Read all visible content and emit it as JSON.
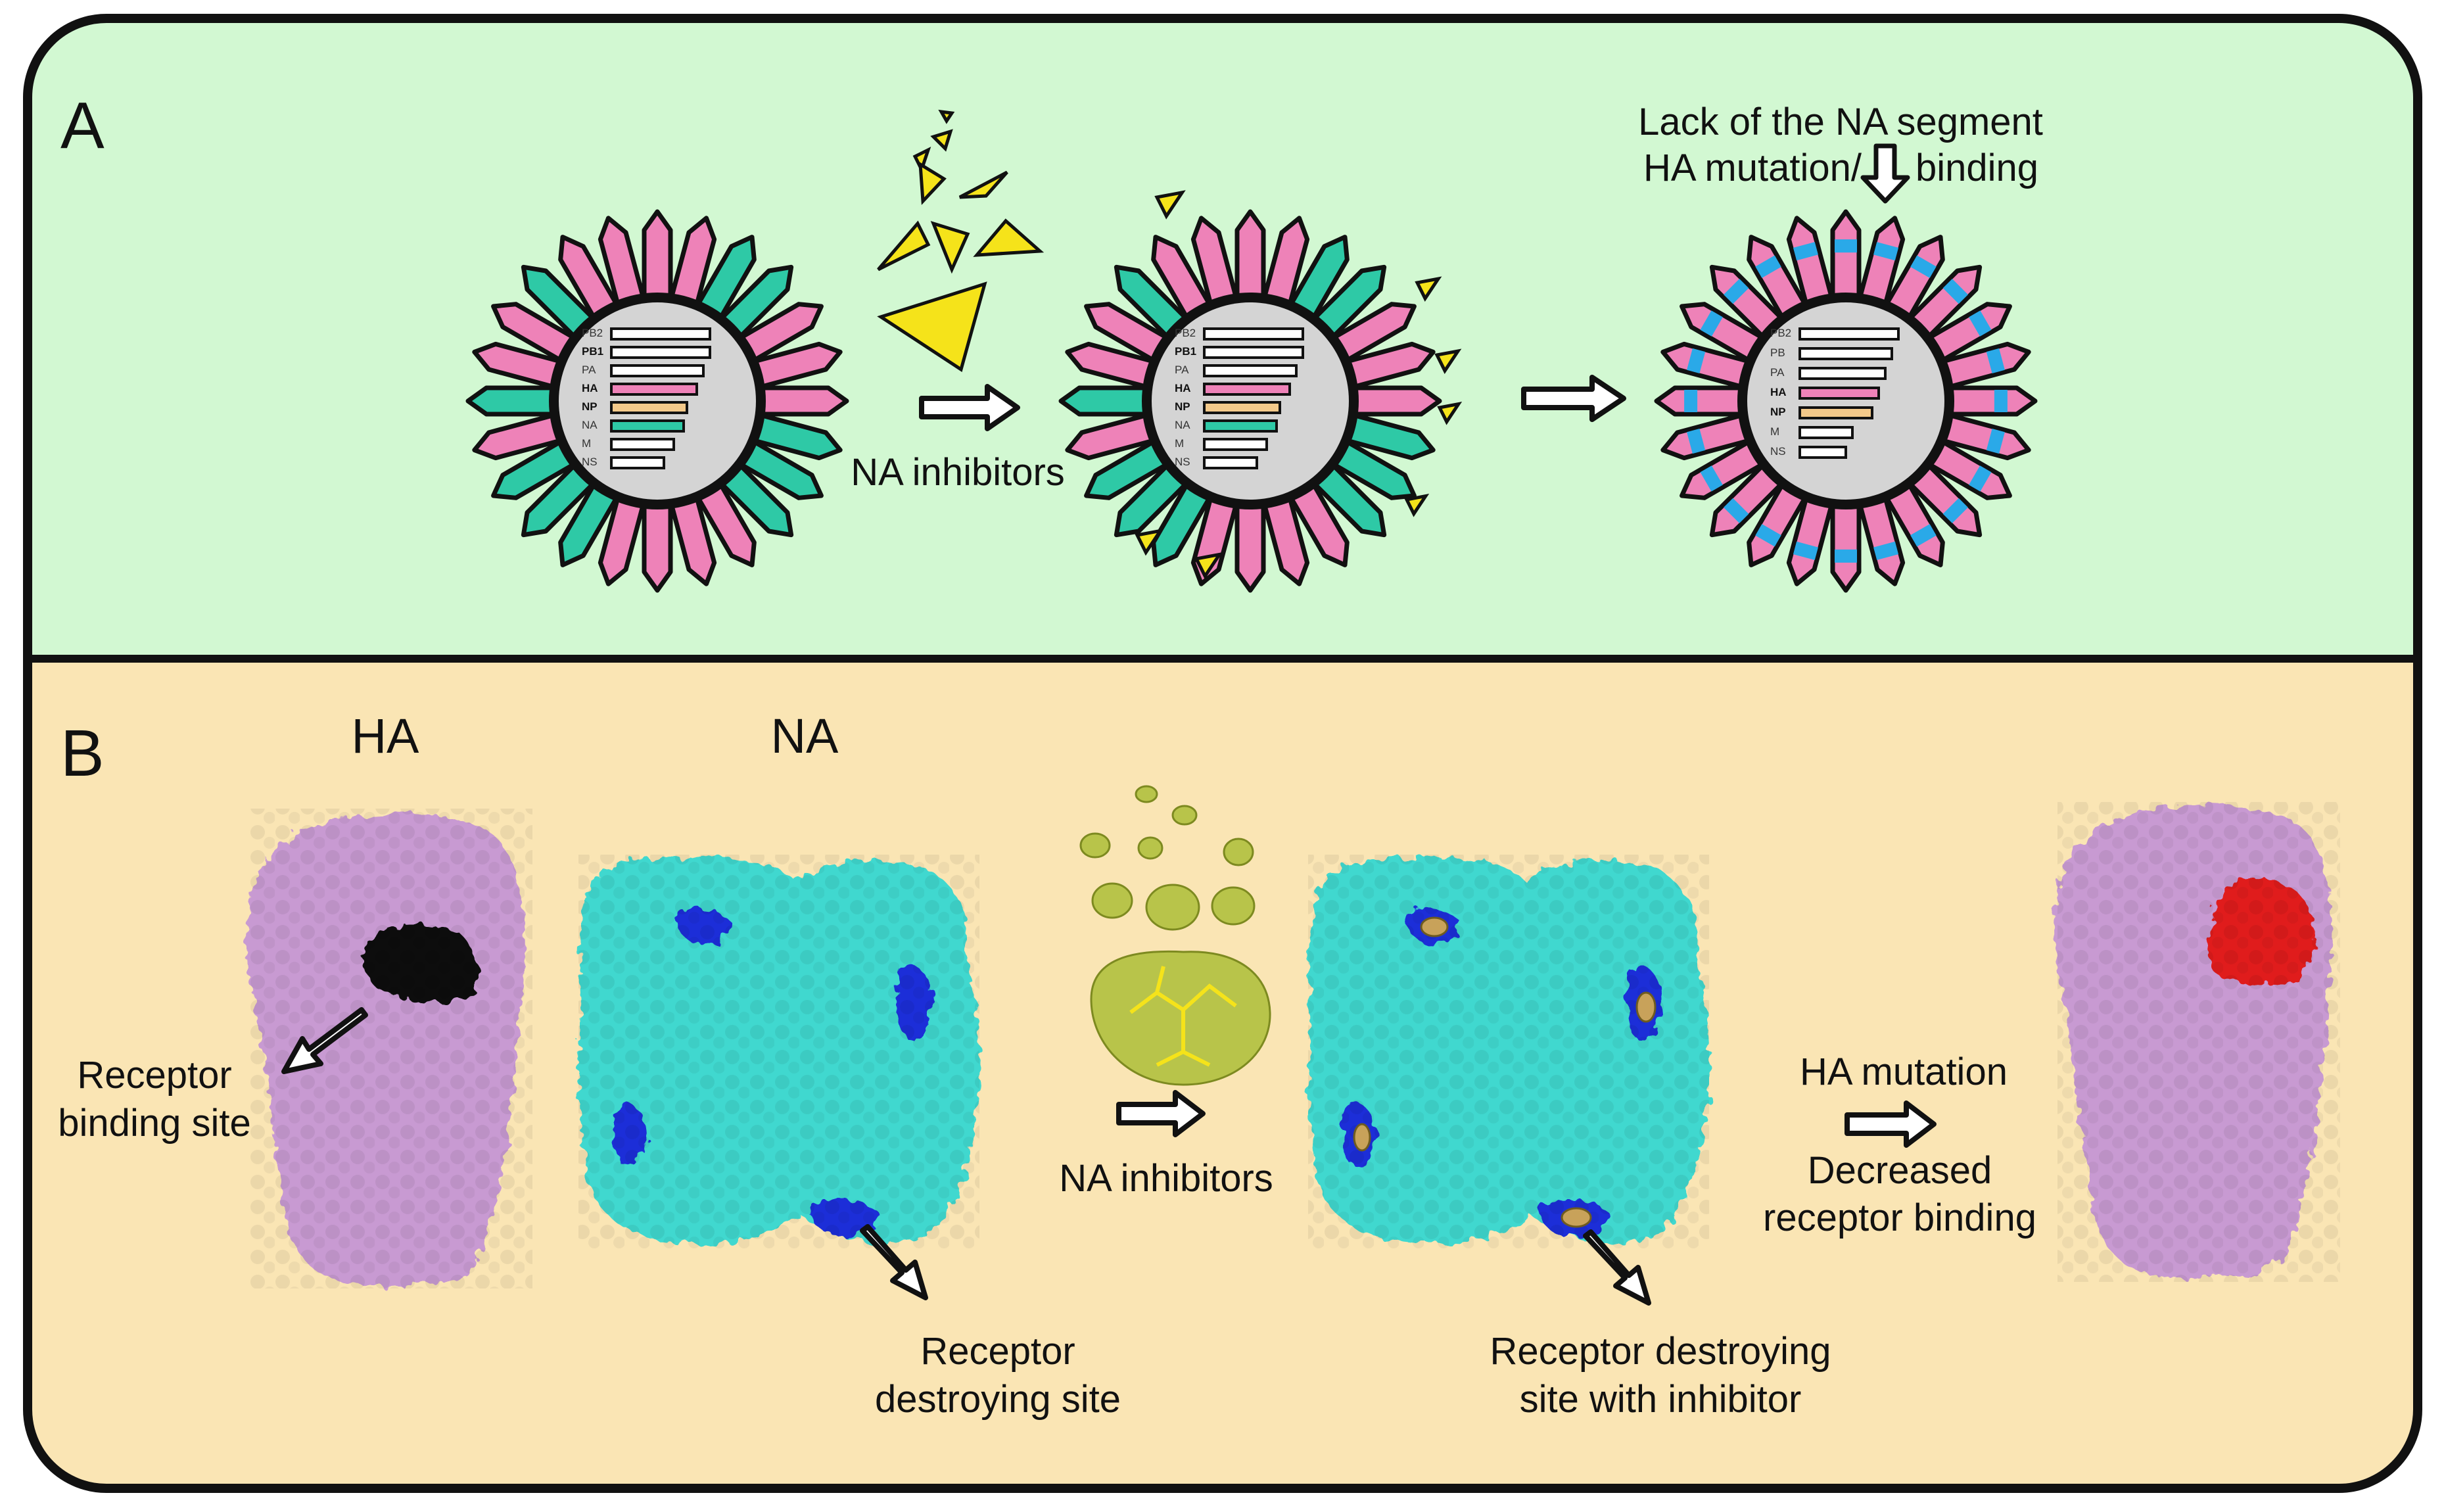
{
  "panel_a": {
    "letter": "A",
    "na_inhibitors_label": "NA inhibitors",
    "annotation_line1": "Lack of the NA segment",
    "annotation_line2_left": "HA mutation/",
    "annotation_line2_right": "binding",
    "segments_full": [
      "PB2",
      "PB1",
      "PA",
      "HA",
      "NP",
      "NA",
      "M",
      "NS"
    ],
    "segments_mutant": [
      "PB2",
      "PB",
      "PA",
      "HA",
      "NP",
      "M",
      "NS"
    ]
  },
  "panel_b": {
    "letter": "B",
    "ha_title": "HA",
    "na_title": "NA",
    "receptor_binding_line1": "Receptor",
    "receptor_binding_line2": "binding site",
    "receptor_destroying_line1": "Receptor",
    "receptor_destroying_line2": "destroying site",
    "na_inhibitors_label": "NA inhibitors",
    "destroying_inhibitor_line1": "Receptor destroying",
    "destroying_inhibitor_line2": "site with inhibitor",
    "ha_mutation_label": "HA mutation",
    "decreased_line1": "Decreased",
    "decreased_line2": "receptor binding"
  },
  "colors": {
    "panel_a_bg": "#d2f8d2",
    "panel_b_bg": "#fae5b4",
    "ha_spike": "#ee82b8",
    "na_spike": "#2ec9a6",
    "inhibitor": "#f5e31a",
    "ha_protein": "#c89ad2",
    "na_protein": "#3fd8cf",
    "active_site": "#1a2ed8",
    "mutation": "#e01a1a",
    "binding_site": "#111111",
    "mutation_band": "#2aa9e8",
    "np_bar": "#f3c98a"
  }
}
